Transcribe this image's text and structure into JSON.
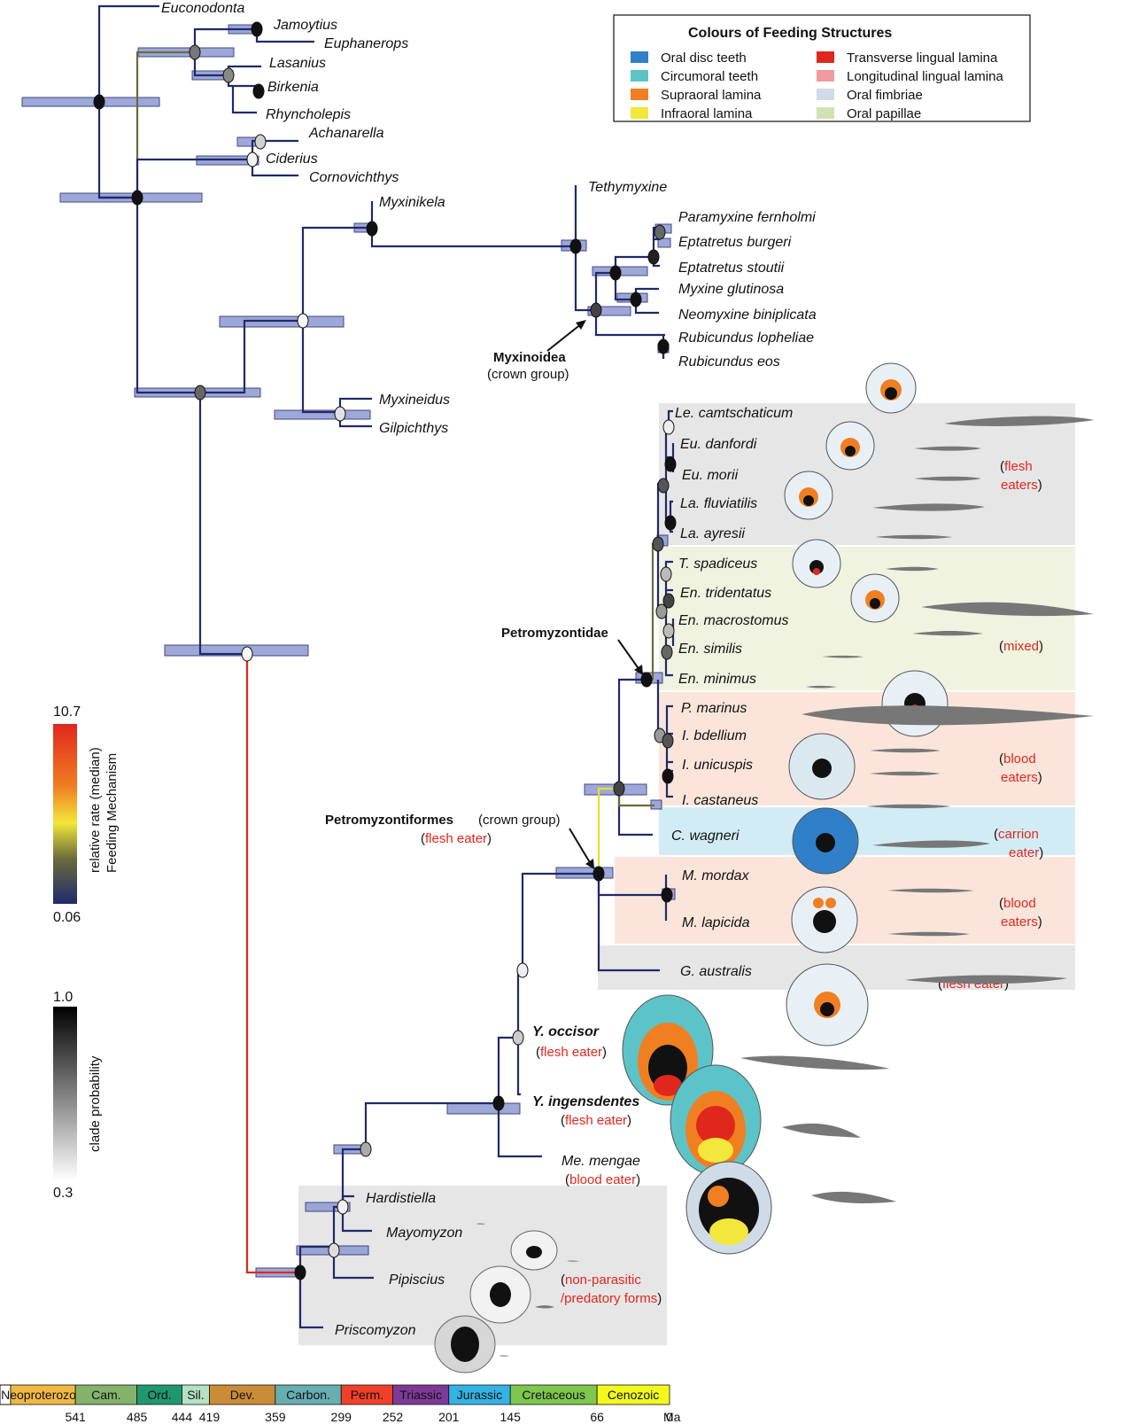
{
  "legend": {
    "title": "Colours of Feeding Structures",
    "items": [
      {
        "label": "Oral disc teeth",
        "color": "#2f80c8"
      },
      {
        "label": "Circumoral teeth",
        "color": "#5cc4c8"
      },
      {
        "label": "Supraoral lamina",
        "color": "#f07f22"
      },
      {
        "label": "Infraoral lamina",
        "color": "#f2e73a"
      },
      {
        "label": "Transverse lingual lamina",
        "color": "#e0271d"
      },
      {
        "label": "Longitudinal lingual lamina",
        "color": "#f19aa0"
      },
      {
        "label": "Oral fimbriae",
        "color": "#cfdce8"
      },
      {
        "label": "Oral papillae",
        "color": "#cfe3b4"
      }
    ]
  },
  "taxa": {
    "euconodonta": "Euconodonta",
    "jamoytius": "Jamoytius",
    "euphanerops": "Euphanerops",
    "lasanius": "Lasanius",
    "birkenia": "Birkenia",
    "rhyncholepis": "Rhyncholepis",
    "achanarella": "Achanarella",
    "ciderius": "Ciderius",
    "cornovichthys": "Cornovichthys",
    "myxinikela": "Myxinikela",
    "tethymyxine": "Tethymyxine",
    "paramyxine": "Paramyxine fernholmi",
    "eptatretus_b": "Eptatretus burgeri",
    "eptatretus_s": "Eptatretus stoutii",
    "myxine": "Myxine glutinosa",
    "neomyxine": "Neomyxine biniplicata",
    "rubicundus_l": "Rubicundus lopheliae",
    "rubicundus_e": "Rubicundus eos",
    "myxineidus": "Myxineidus",
    "gilpichthys": "Gilpichthys",
    "le_camt": "Le. camtschaticum",
    "eu_danf": "Eu. danfordi",
    "eu_morii": "Eu. morii",
    "la_fluv": "La. fluviatilis",
    "la_ayr": "La. ayresii",
    "t_spad": "T. spadiceus",
    "en_trid": "En. tridentatus",
    "en_macro": "En. macrostomus",
    "en_sim": "En. similis",
    "en_min": "En. minimus",
    "p_mar": "P. marinus",
    "i_bdel": "I. bdellium",
    "i_unic": "I. unicuspis",
    "i_cast": "I. castaneus",
    "c_wag": "C. wagneri",
    "m_mord": "M. mordax",
    "m_lap": "M. lapicida",
    "g_aus": "G. australis",
    "y_occ": "Y. occisor",
    "y_ing": "Y. ingensdentes",
    "me_men": "Me. mengae",
    "hardist": "Hardistiella",
    "mayomyz": "Mayomyzon",
    "pipisc": "Pipiscius",
    "priscom": "Priscomyzon"
  },
  "annotations": {
    "myxinoidea": "Myxinoidea",
    "myxinoidea_sub": "(crown group)",
    "petromyzontidae": "Petromyzontidae",
    "petromyzontiformes": "Petromyzontiformes",
    "petromyzontiformes_sub": "(crown group)",
    "flesh_eater": "flesh eater",
    "flesh_eaters": "flesh",
    "flesh_eaters2": "eaters",
    "mixed": "mixed",
    "blood_eaters": "blood",
    "blood_eaters2": "eaters",
    "carrion": "carrion",
    "carrion2": "eater",
    "blood_eaters_b": "blood",
    "blood_eaters_b2": "eaters",
    "g_flesh": "flesh eater",
    "y_occ_diet": "flesh eater",
    "y_ing_diet": "flesh eater",
    "me_diet": "blood eater",
    "nonparasitic": "non-parasitic",
    "nonparasitic2": "/predatory forms"
  },
  "rate_scale": {
    "max": "10.7",
    "min": "0.06",
    "label1": "relative rate (median)",
    "label2": "Feeding Mechanism",
    "colors": [
      "#e0271d",
      "#f07f22",
      "#f2e73a",
      "#6b6a3c",
      "#1f2a6b"
    ]
  },
  "prob_scale": {
    "max": "1.0",
    "min": "0.3",
    "label": "clade probability"
  },
  "timescale": {
    "periods": [
      "Neoproterozoic",
      "Cam.",
      "Ord.",
      "Sil.",
      "Dev.",
      "Carbon.",
      "Perm.",
      "Triassic",
      "Jurassic",
      "Cretaceous",
      "Cenozoic"
    ],
    "colors": [
      "#f1b843",
      "#85b26b",
      "#1f9870",
      "#b3e1c2",
      "#cb8c37",
      "#67aeb1",
      "#f04028",
      "#7f3a97",
      "#34b2e4",
      "#7fc64e",
      "#f2f91d"
    ],
    "ticks": [
      "541",
      "485",
      "444",
      "419",
      "359",
      "299",
      "252",
      "201",
      "145",
      "66",
      "0"
    ],
    "unit": "Ma"
  }
}
